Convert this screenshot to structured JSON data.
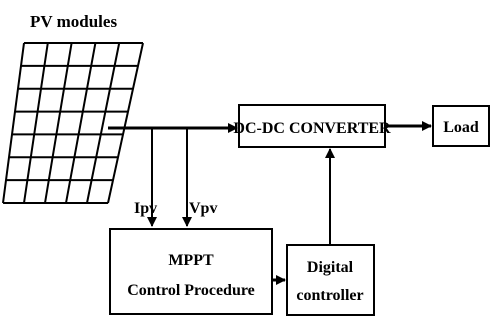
{
  "diagram": {
    "pv_label": "PV modules",
    "converter_label": "DC-DC CONVERTER",
    "load_label": "Load",
    "ipv_label": "Ipv",
    "vpv_label": "Vpv",
    "mppt_label_line1": "MPPT",
    "mppt_label_line2": "Control Procedure",
    "controller_label_line1": "Digital",
    "controller_label_line2": "controller"
  },
  "colors": {
    "stroke": "#000000",
    "background": "#ffffff"
  }
}
